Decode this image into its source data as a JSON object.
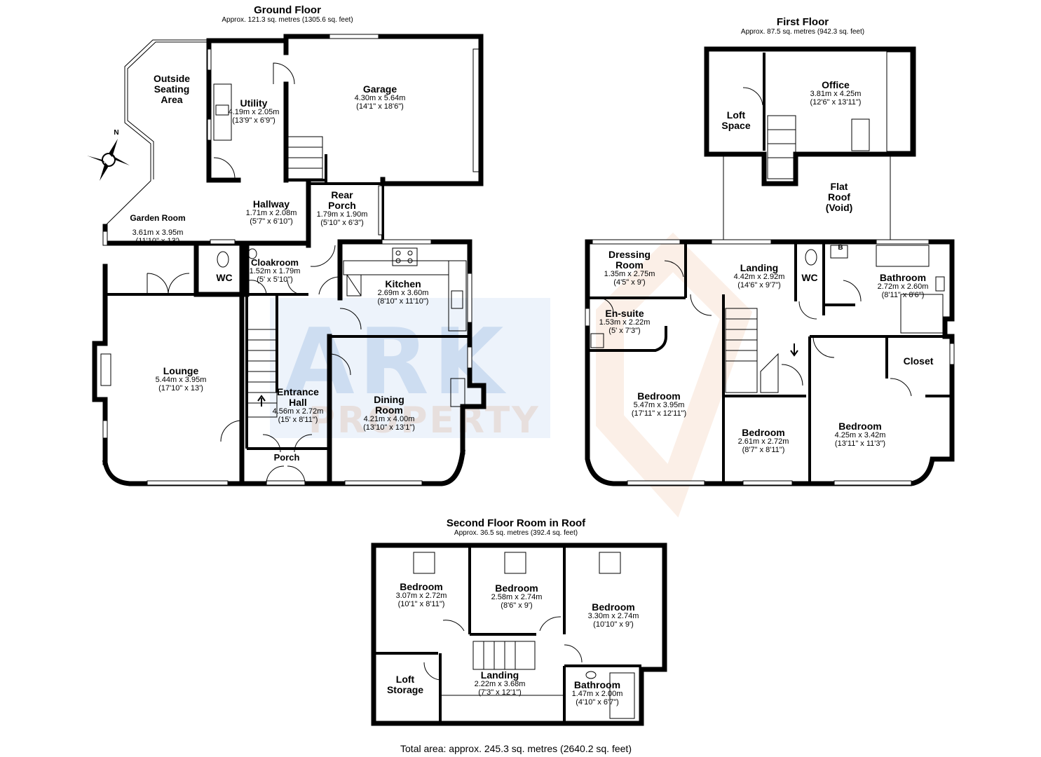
{
  "floors": {
    "ground": {
      "name": "Ground Floor",
      "area": "Approx. 121.3 sq. metres (1305.6 sq. feet)"
    },
    "first": {
      "name": "First Floor",
      "area": "Approx. 87.5 sq. metres (942.3 sq. feet)"
    },
    "second": {
      "name": "Second Floor Room in Roof",
      "area": "Approx. 36.5 sq. metres (392.4 sq. feet)"
    }
  },
  "rooms": {
    "outside_seating": {
      "name": "Outside\nSeating\nArea"
    },
    "utility": {
      "name": "Utility",
      "dim_m": "4.19m x 2.05m",
      "dim_ft": "(13'9\" x 6'9\")"
    },
    "garage": {
      "name": "Garage",
      "dim_m": "4.30m x 5.64m",
      "dim_ft": "(14'1\" x 18'6\")"
    },
    "hallway": {
      "name": "Hallway",
      "dim_m": "1.71m x 2.08m",
      "dim_ft": "(5'7\" x 6'10\")"
    },
    "rear_porch": {
      "name": "Rear\nPorch",
      "dim_m": "1.79m x 1.90m",
      "dim_ft": "(5'10\" x 6'3\")"
    },
    "garden_room": {
      "name": "Garden Room",
      "dim_m": "3.61m x 3.95m",
      "dim_ft": "(11'10\" x 13')"
    },
    "wc_ground": {
      "name": "WC"
    },
    "cloakroom": {
      "name": "Cloakroom",
      "dim_m": "1.52m x 1.79m",
      "dim_ft": "(5' x 5'10\")"
    },
    "kitchen": {
      "name": "Kitchen",
      "dim_m": "2.69m x 3.60m",
      "dim_ft": "(8'10\" x 11'10\")"
    },
    "lounge": {
      "name": "Lounge",
      "dim_m": "5.44m x 3.95m",
      "dim_ft": "(17'10\" x 13')"
    },
    "entrance_hall": {
      "name": "Entrance\nHall",
      "dim_m": "4.56m x 2.72m",
      "dim_ft": "(15' x 8'11\")"
    },
    "dining_room": {
      "name": "Dining\nRoom",
      "dim_m": "4.21m x 4.00m",
      "dim_ft": "(13'10\" x 13'1\")"
    },
    "porch": {
      "name": "Porch"
    },
    "loft_space": {
      "name": "Loft\nSpace"
    },
    "office": {
      "name": "Office",
      "dim_m": "3.81m x 4.25m",
      "dim_ft": "(12'6\" x 13'11\")"
    },
    "flat_roof": {
      "name": "Flat\nRoof\n(Void)"
    },
    "dressing_room": {
      "name": "Dressing\nRoom",
      "dim_m": "1.35m x 2.75m",
      "dim_ft": "(4'5\" x 9')"
    },
    "landing_first": {
      "name": "Landing",
      "dim_m": "4.42m x 2.92m",
      "dim_ft": "(14'6\" x 9'7\")"
    },
    "wc_first": {
      "name": "WC"
    },
    "bathroom_first": {
      "name": "Bathroom",
      "dim_m": "2.72m x 2.60m",
      "dim_ft": "(8'11\" x 8'6\")"
    },
    "en_suite": {
      "name": "En-suite",
      "dim_m": "1.53m x 2.22m",
      "dim_ft": "(5' x 7'3\")"
    },
    "closet": {
      "name": "Closet"
    },
    "bedroom_main": {
      "name": "Bedroom",
      "dim_m": "5.47m x 3.95m",
      "dim_ft": "(17'11\" x 12'11\")"
    },
    "bedroom_small": {
      "name": "Bedroom",
      "dim_m": "2.61m x 2.72m",
      "dim_ft": "(8'7\" x 8'11\")"
    },
    "bedroom_right": {
      "name": "Bedroom",
      "dim_m": "4.25m x 3.42m",
      "dim_ft": "(13'11\" x 11'3\")"
    },
    "bedroom_2a": {
      "name": "Bedroom",
      "dim_m": "3.07m x 2.72m",
      "dim_ft": "(10'1\" x 8'11\")"
    },
    "bedroom_2b": {
      "name": "Bedroom",
      "dim_m": "2.58m x 2.74m",
      "dim_ft": "(8'6\" x 9')"
    },
    "bedroom_2c": {
      "name": "Bedroom",
      "dim_m": "3.30m x 2.74m",
      "dim_ft": "(10'10\" x 9')"
    },
    "loft_storage": {
      "name": "Loft\nStorage"
    },
    "landing_second": {
      "name": "Landing",
      "dim_m": "2.22m x 3.68m",
      "dim_ft": "(7'3\" x 12'1\")"
    },
    "bathroom_second": {
      "name": "Bathroom",
      "dim_m": "1.47m x 2.00m",
      "dim_ft": "(4'10\" x 6'7\")"
    }
  },
  "symbols": {
    "boiler": "B",
    "compass_north": "N"
  },
  "watermark": {
    "line1": "ARK",
    "line2": "PROPERTY"
  },
  "total": "Total area: approx. 245.3 sq. metres (2640.2 sq. feet)"
}
